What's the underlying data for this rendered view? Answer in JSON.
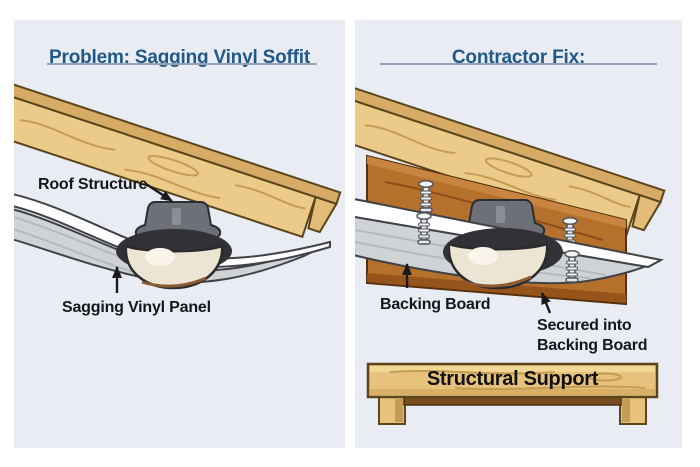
{
  "left_panel": {
    "title": "Problem: Sagging Vinyl Soffit",
    "labels": {
      "roof_structure": "Roof Structure",
      "sagging_vinyl_panel": "Sagging Vinyl Panel"
    }
  },
  "right_panel": {
    "title": "Contractor Fix:",
    "labels": {
      "backing_board": "Backing Board",
      "secured_into_backing_board": "Secured into Backing Board",
      "structural_support": "Structural Support"
    }
  },
  "colors": {
    "panel_background": "#e9edf3",
    "title_blue": "#20588a",
    "label_text": "#15161a",
    "wood_light": "#eccb8a",
    "backing_board_brown": "#b5712c",
    "vinyl_gray": "#d0d3d6",
    "fixture_gray": "#6d7076",
    "dome_cream": "#ede5d3",
    "arrow_black": "#1a1a1d"
  }
}
